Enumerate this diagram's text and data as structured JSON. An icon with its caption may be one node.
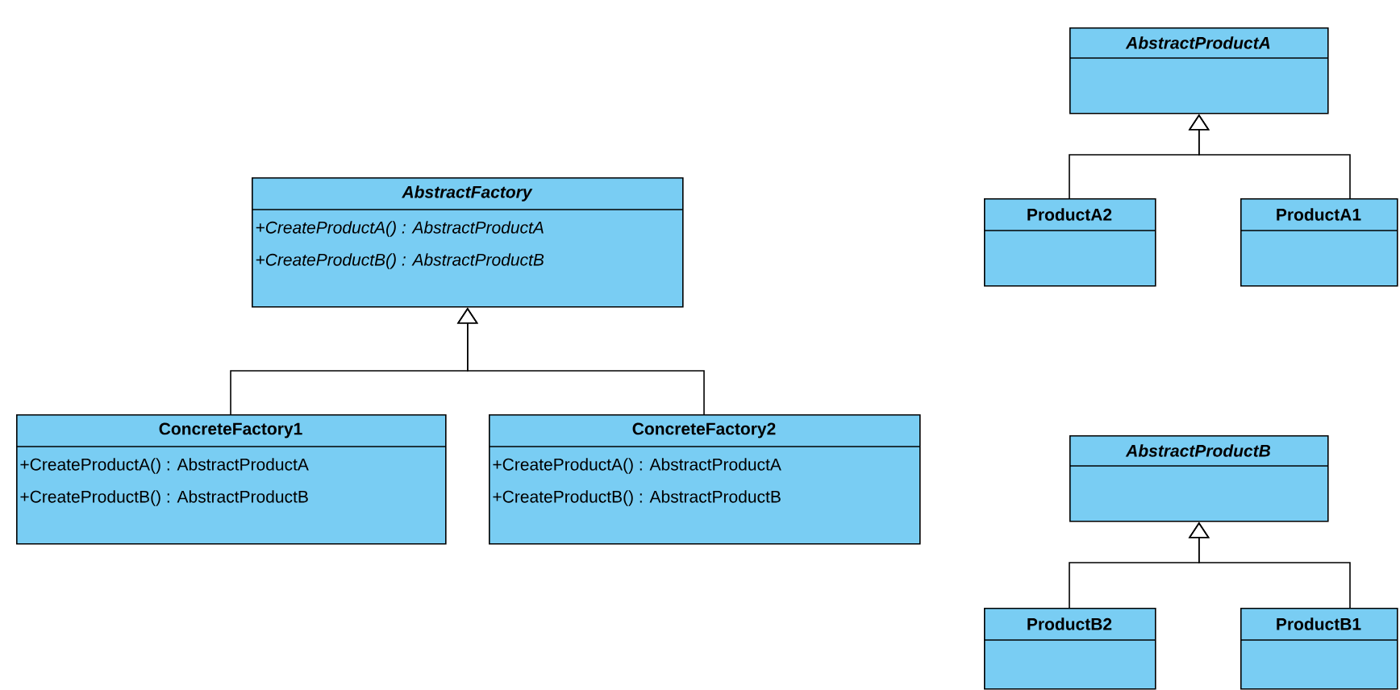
{
  "diagram": {
    "nodes": [
      {
        "text": [
          "AbstractFactory",
          "+CreateProductA() : AbstractProductA",
          "+CreateProductB() : AbstractProductB"
        ]
      },
      {
        "text": [
          "ConcreteFactory1",
          "+CreateProductA() : AbstractProductA",
          "+CreateProductB() : AbstractProductB"
        ]
      },
      {
        "text": [
          "ConcreteFactory2",
          "+CreateProductA() : AbstractProductA",
          "+CreateProductB() : AbstractProductB"
        ]
      },
      {
        "text": [
          "AbstractProductA"
        ]
      },
      {
        "text": [
          "ProductA2"
        ]
      },
      {
        "text": [
          "ProductA1"
        ]
      },
      {
        "text": [
          "AbstractProductB"
        ]
      },
      {
        "text": [
          "ProductB2"
        ]
      },
      {
        "text": [
          "ProductB1"
        ]
      }
    ],
    "edges": [
      {
        "from": 1,
        "to": 0,
        "arrow": "to"
      },
      {
        "from": 2,
        "to": 0,
        "arrow": "to"
      },
      {
        "from": 4,
        "to": 3,
        "arrow": "to"
      },
      {
        "from": 5,
        "to": 3,
        "arrow": "to"
      },
      {
        "from": 7,
        "to": 6,
        "arrow": "to"
      },
      {
        "from": 8,
        "to": 6,
        "arrow": "to"
      }
    ]
  }
}
